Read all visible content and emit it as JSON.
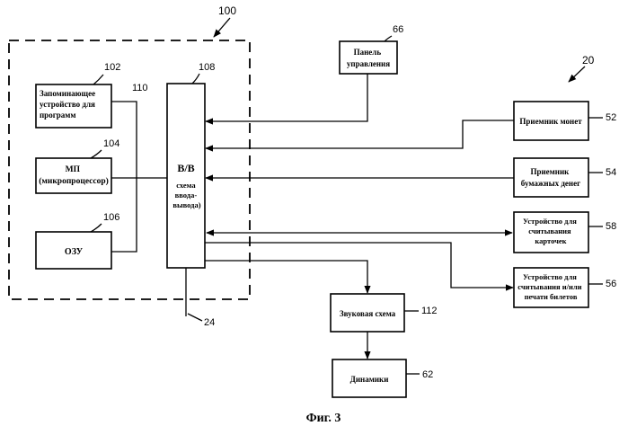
{
  "refs": {
    "system": "100",
    "kiosk": "20",
    "prog_mem": "102",
    "bus110": "110",
    "cpu": "104",
    "ram": "106",
    "io": "108",
    "panel": "66",
    "coin": "52",
    "bill": "54",
    "card": "58",
    "ticket": "56",
    "sound": "112",
    "speakers": "62",
    "lead24": "24"
  },
  "blocks": {
    "prog_mem": [
      "Запоминающее",
      "устройство для",
      "программ"
    ],
    "cpu": [
      "МП",
      "(микропроцессор)"
    ],
    "ram": [
      "ОЗУ"
    ],
    "io_title": "В/В",
    "io_sub": [
      "схема",
      "ввода-",
      "вывода)"
    ],
    "panel": [
      "Панель",
      "управления"
    ],
    "coin": [
      "Приемник монет"
    ],
    "bill": [
      "Приемник",
      "бумажных денег"
    ],
    "card": [
      "Устройство для",
      "считывания",
      "карточек"
    ],
    "ticket": [
      "Устройство для",
      "считывания и/или",
      "печати билетов"
    ],
    "sound": [
      "Звуковая схема"
    ],
    "speakers": [
      "Динамики"
    ]
  },
  "caption": "Фиг. 3"
}
